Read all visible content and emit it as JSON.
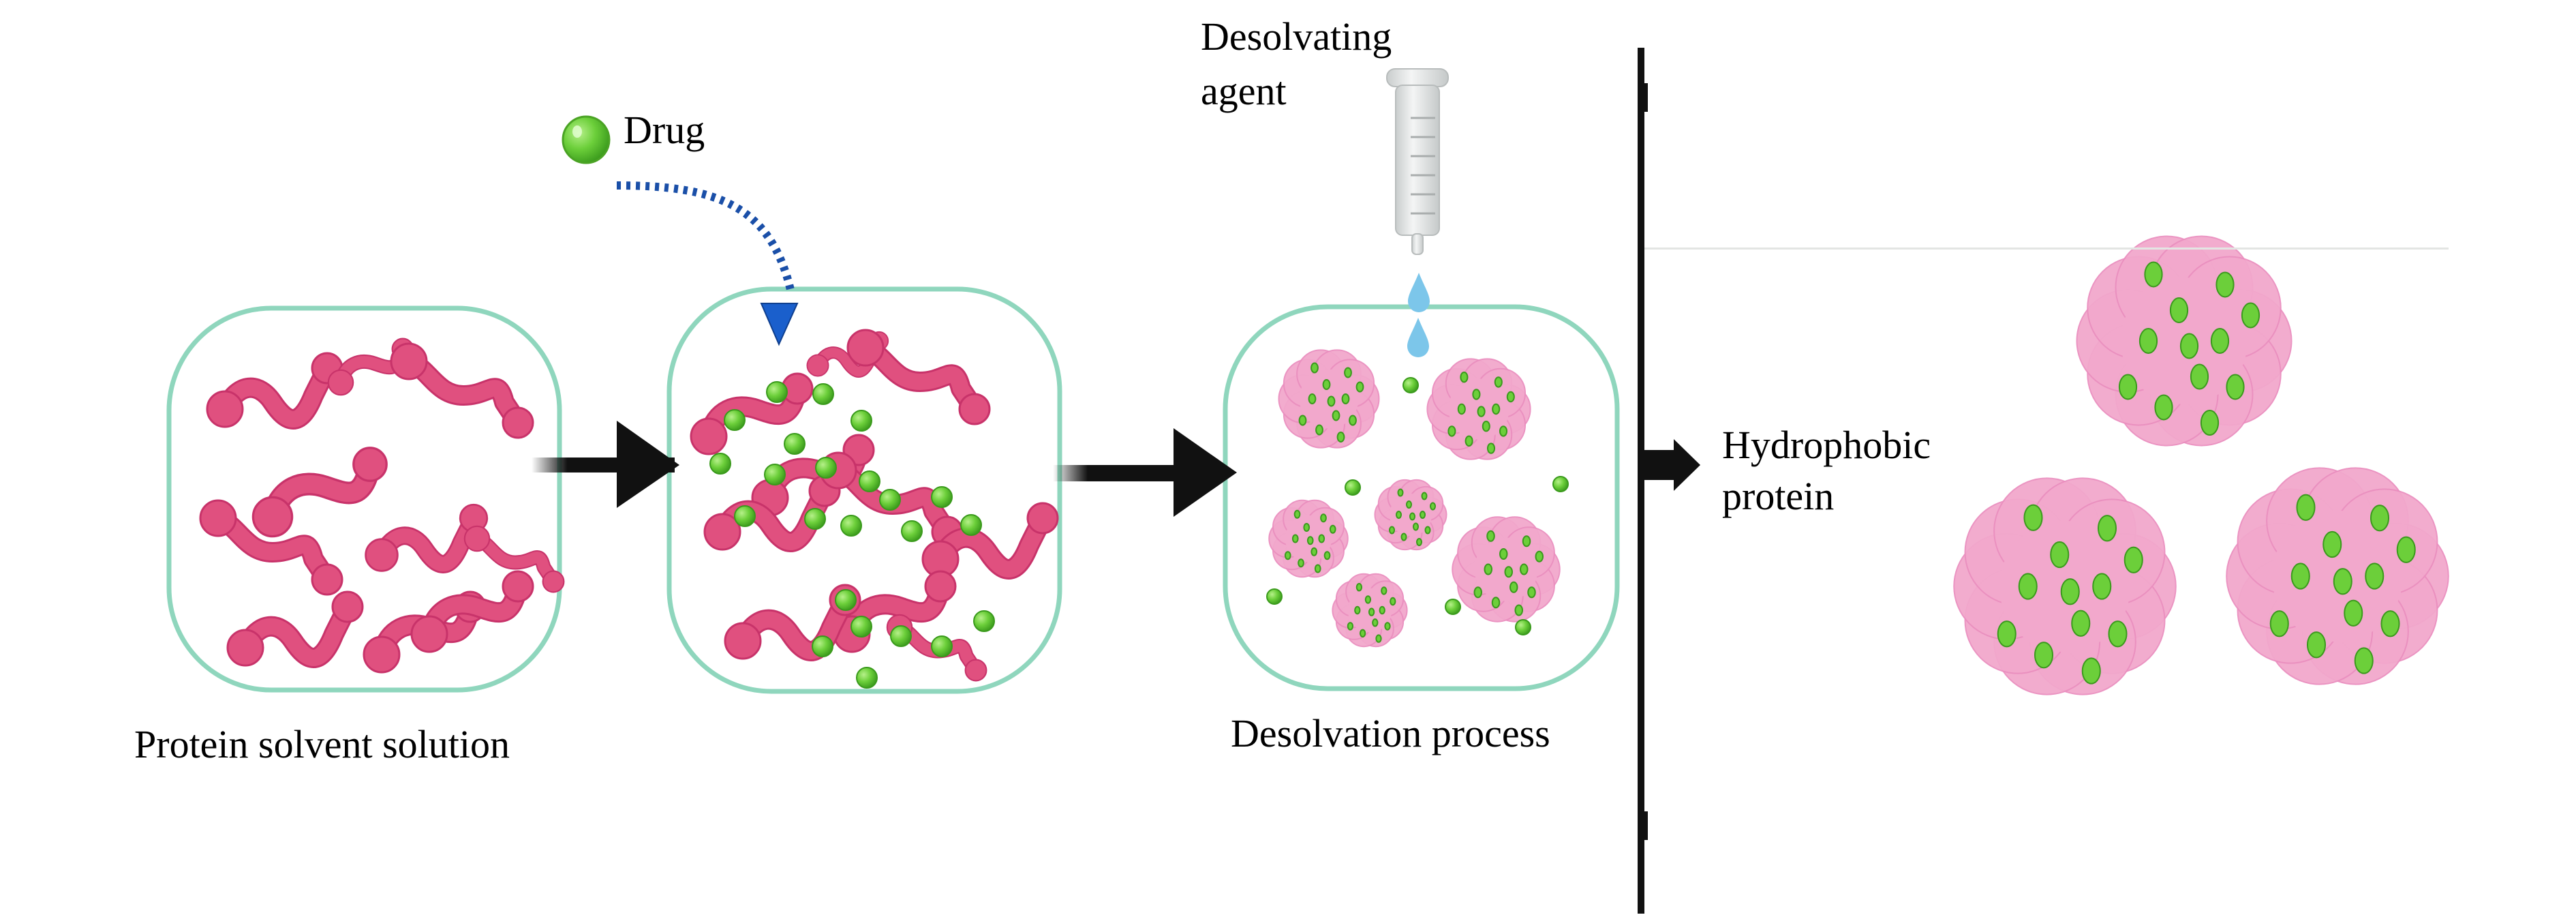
{
  "figure": {
    "type": "process-schematic",
    "title": "Protein nanoparticle preparation by desolvation"
  },
  "labels": {
    "protein_solvent_solution": "Protein solvent solution",
    "drug": "Drug",
    "desolvating_agent_line1": "Desolvating",
    "desolvating_agent_line2": "agent",
    "desolvation_process": "Desolvation process",
    "hydrophobic_protein_line1": "Hydrophobic",
    "hydrophobic_protein_line2": "protein"
  },
  "stages": [
    {
      "id": "stage-1",
      "name": "protein-solvent-solution",
      "caption_key": "protein_solvent_solution",
      "contents": "unfolded protein chains"
    },
    {
      "id": "stage-2",
      "name": "drug-loading",
      "caption_key": "",
      "contents": "protein chains with drug molecules"
    },
    {
      "id": "stage-3",
      "name": "desolvation",
      "caption_key": "desolvation_process",
      "contents": "drug-loaded protein nanoparticles"
    },
    {
      "id": "stage-4",
      "name": "result",
      "caption_key": "hydrophobic_protein",
      "contents": "hydrophobic protein nanoparticles"
    }
  ],
  "flow": [
    {
      "from": "stage-1",
      "to": "stage-2",
      "style": "solid-arrow"
    },
    {
      "from": "stage-2",
      "to": "stage-3",
      "style": "solid-arrow"
    },
    {
      "from": "stage-3",
      "to": "stage-4",
      "style": "solid-arrow"
    },
    {
      "from": "drug",
      "to": "stage-2",
      "style": "dotted-curved-arrow"
    },
    {
      "from": "desolvating-agent",
      "to": "stage-3",
      "style": "droplets"
    }
  ],
  "colors": {
    "container_border": "#8fd6bd",
    "protein_chain": "#e0507f",
    "protein_chain_edge": "#c8336a",
    "nanoparticle": "#f2a8cc",
    "drug": "#6ccf3a",
    "drug_dark": "#3a9a1c",
    "drug_arrow": "#1a4fa8",
    "drop": "#7cc6ea",
    "arrow": "#111111",
    "divider": "#111111",
    "thin_rule": "#e3e5e3",
    "text": "#000000",
    "syringe": "#e4e6e6",
    "syringe_edge": "#b8bcbc"
  }
}
